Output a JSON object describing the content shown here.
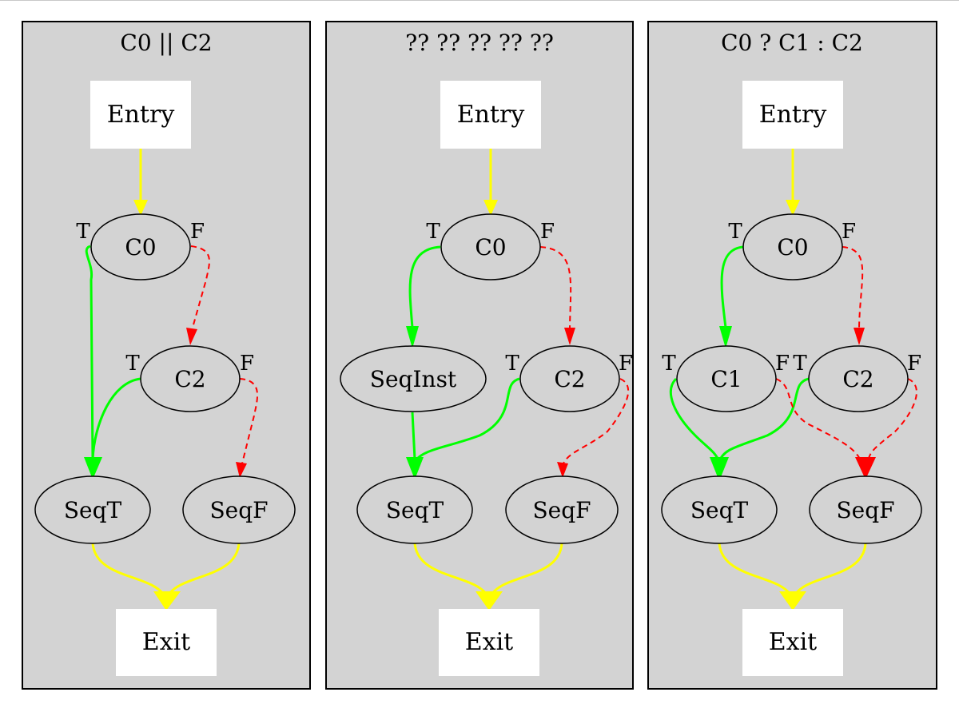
{
  "clusters": [
    {
      "title": "C0 || C2",
      "entry": "Entry",
      "exit": "Exit",
      "nodes": {
        "c0": "C0",
        "c2": "C2",
        "seqt": "SeqT",
        "seqf": "SeqF"
      },
      "ports": {
        "t1": "T",
        "f1": "F",
        "t2": "T",
        "f2": "F"
      }
    },
    {
      "title": "?? ?? ?? ?? ??",
      "entry": "Entry",
      "exit": "Exit",
      "nodes": {
        "c0": "C0",
        "c2": "C2",
        "seqinst": "SeqInst",
        "seqt": "SeqT",
        "seqf": "SeqF"
      },
      "ports": {
        "t1": "T",
        "f1": "F",
        "t2": "T",
        "f2": "F"
      }
    },
    {
      "title": "C0 ? C1 : C2",
      "entry": "Entry",
      "exit": "Exit",
      "nodes": {
        "c0": "C0",
        "c1": "C1",
        "c2": "C2",
        "seqt": "SeqT",
        "seqf": "SeqF"
      },
      "ports": {
        "t1": "T",
        "f1": "F",
        "t2": "T",
        "f2": "F",
        "t3": "T",
        "f3": "F"
      }
    }
  ],
  "colors": {
    "cluster_fill": "#d3d3d3",
    "box_fill": "#ffffff",
    "control_edge": "#ffff00",
    "true_edge": "#00ff00",
    "false_edge": "#ff0000"
  }
}
